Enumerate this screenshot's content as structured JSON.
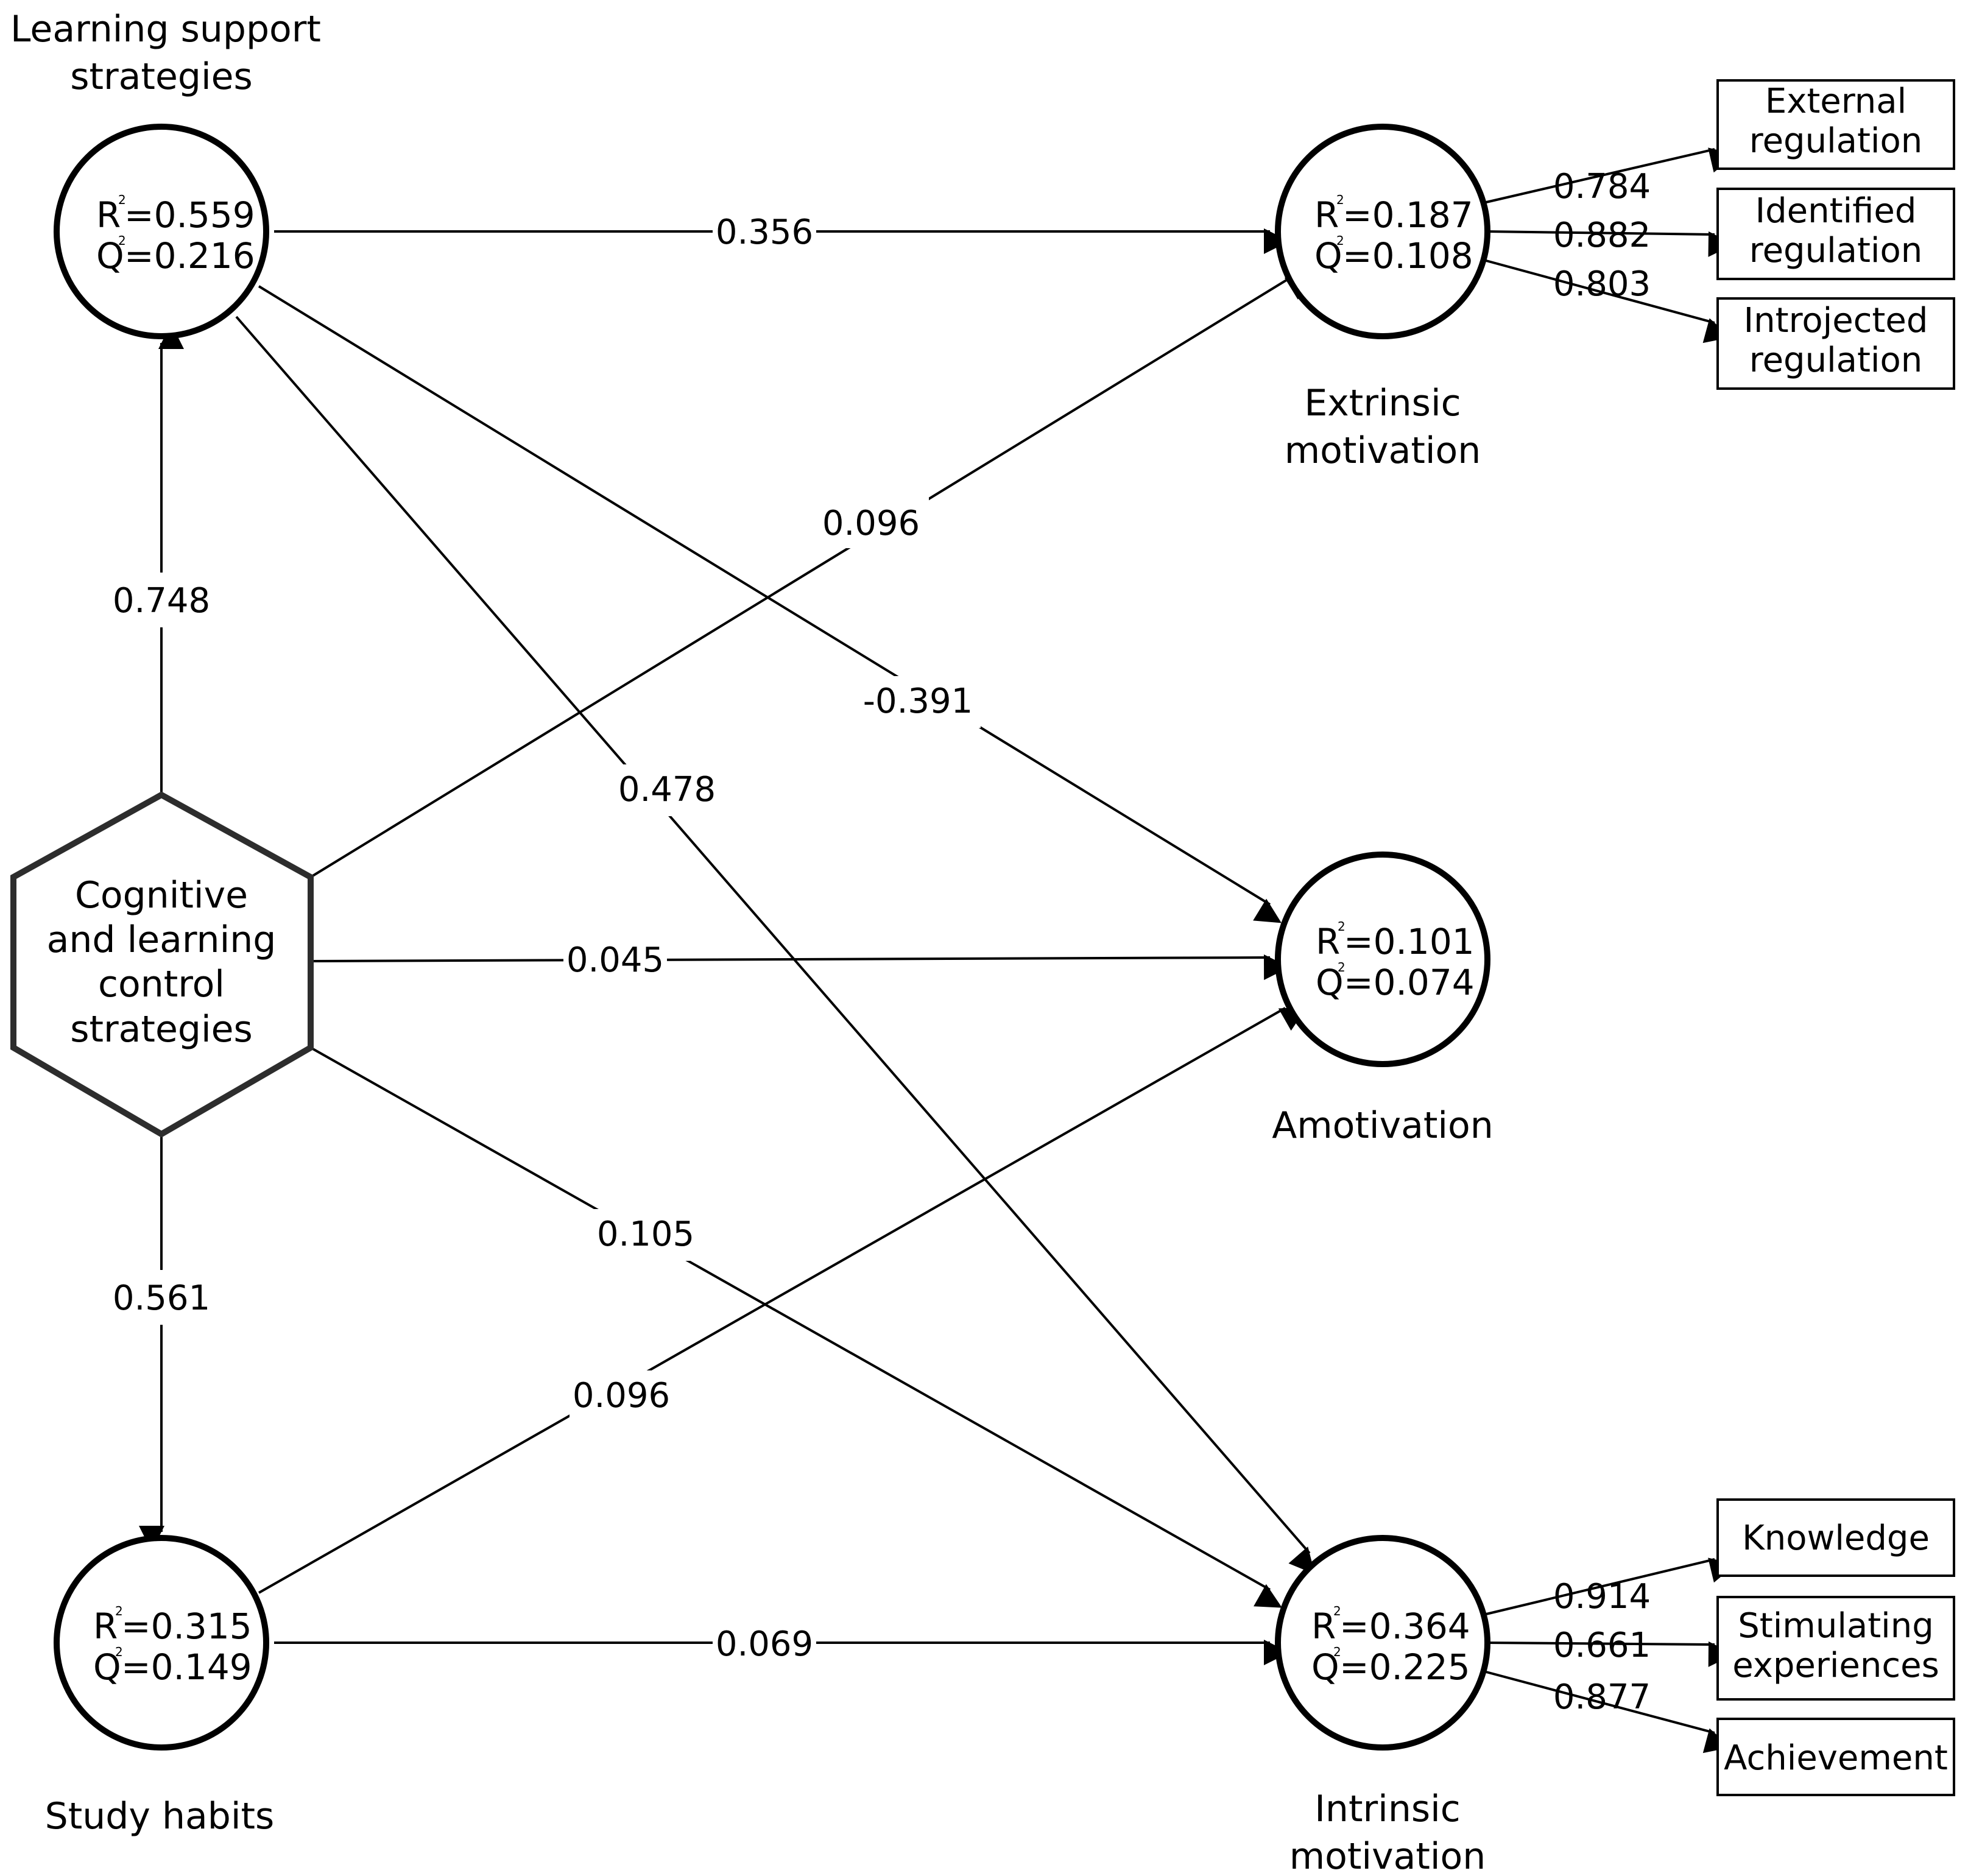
{
  "nodes": {
    "lss": {
      "label_lines": [
        "Learning support",
        "strategies"
      ],
      "r2": "=0.559",
      "q2": "=0.216"
    },
    "clcs": {
      "label_lines": [
        "Cognitive",
        "and learning",
        "control",
        "strategies"
      ]
    },
    "sh": {
      "label_lines": [
        "Study habits"
      ],
      "r2": "=0.315",
      "q2": "=0.149"
    },
    "em": {
      "label_lines": [
        "Extrinsic",
        "motivation"
      ],
      "r2": "=0.187",
      "q2": "=0.108"
    },
    "am": {
      "label_lines": [
        "Amotivation"
      ],
      "r2": "=0.101",
      "q2": "=0.074"
    },
    "im": {
      "label_lines": [
        "Intrinsic",
        "motivation"
      ],
      "r2": "=0.364",
      "q2": "=0.225"
    }
  },
  "stat_letters": {
    "r": "R",
    "q": "Q",
    "sup": "2"
  },
  "paths": [
    {
      "id": "clcs-lss",
      "coef": "0.748"
    },
    {
      "id": "clcs-sh",
      "coef": "0.561"
    },
    {
      "id": "lss-em",
      "coef": "0.356"
    },
    {
      "id": "lss-am",
      "coef": "-0.391"
    },
    {
      "id": "lss-im",
      "coef": "0.478"
    },
    {
      "id": "clcs-em",
      "coef": "0.096"
    },
    {
      "id": "clcs-am",
      "coef": "0.045"
    },
    {
      "id": "clcs-im",
      "coef": "0.105"
    },
    {
      "id": "sh-am",
      "coef": "0.096"
    },
    {
      "id": "sh-im",
      "coef": "0.069"
    }
  ],
  "indicators": {
    "em": [
      {
        "lines": [
          "External",
          "regulation"
        ],
        "loading": "0.784"
      },
      {
        "lines": [
          "Identified",
          "regulation"
        ],
        "loading": "0.882"
      },
      {
        "lines": [
          "Introjected",
          "regulation"
        ],
        "loading": "0.803"
      }
    ],
    "im": [
      {
        "lines": [
          "Knowledge"
        ],
        "loading": "0.914"
      },
      {
        "lines": [
          "Stimulating",
          "experiences"
        ],
        "loading": "0.661"
      },
      {
        "lines": [
          "Achievement"
        ],
        "loading": "0.877"
      }
    ]
  }
}
